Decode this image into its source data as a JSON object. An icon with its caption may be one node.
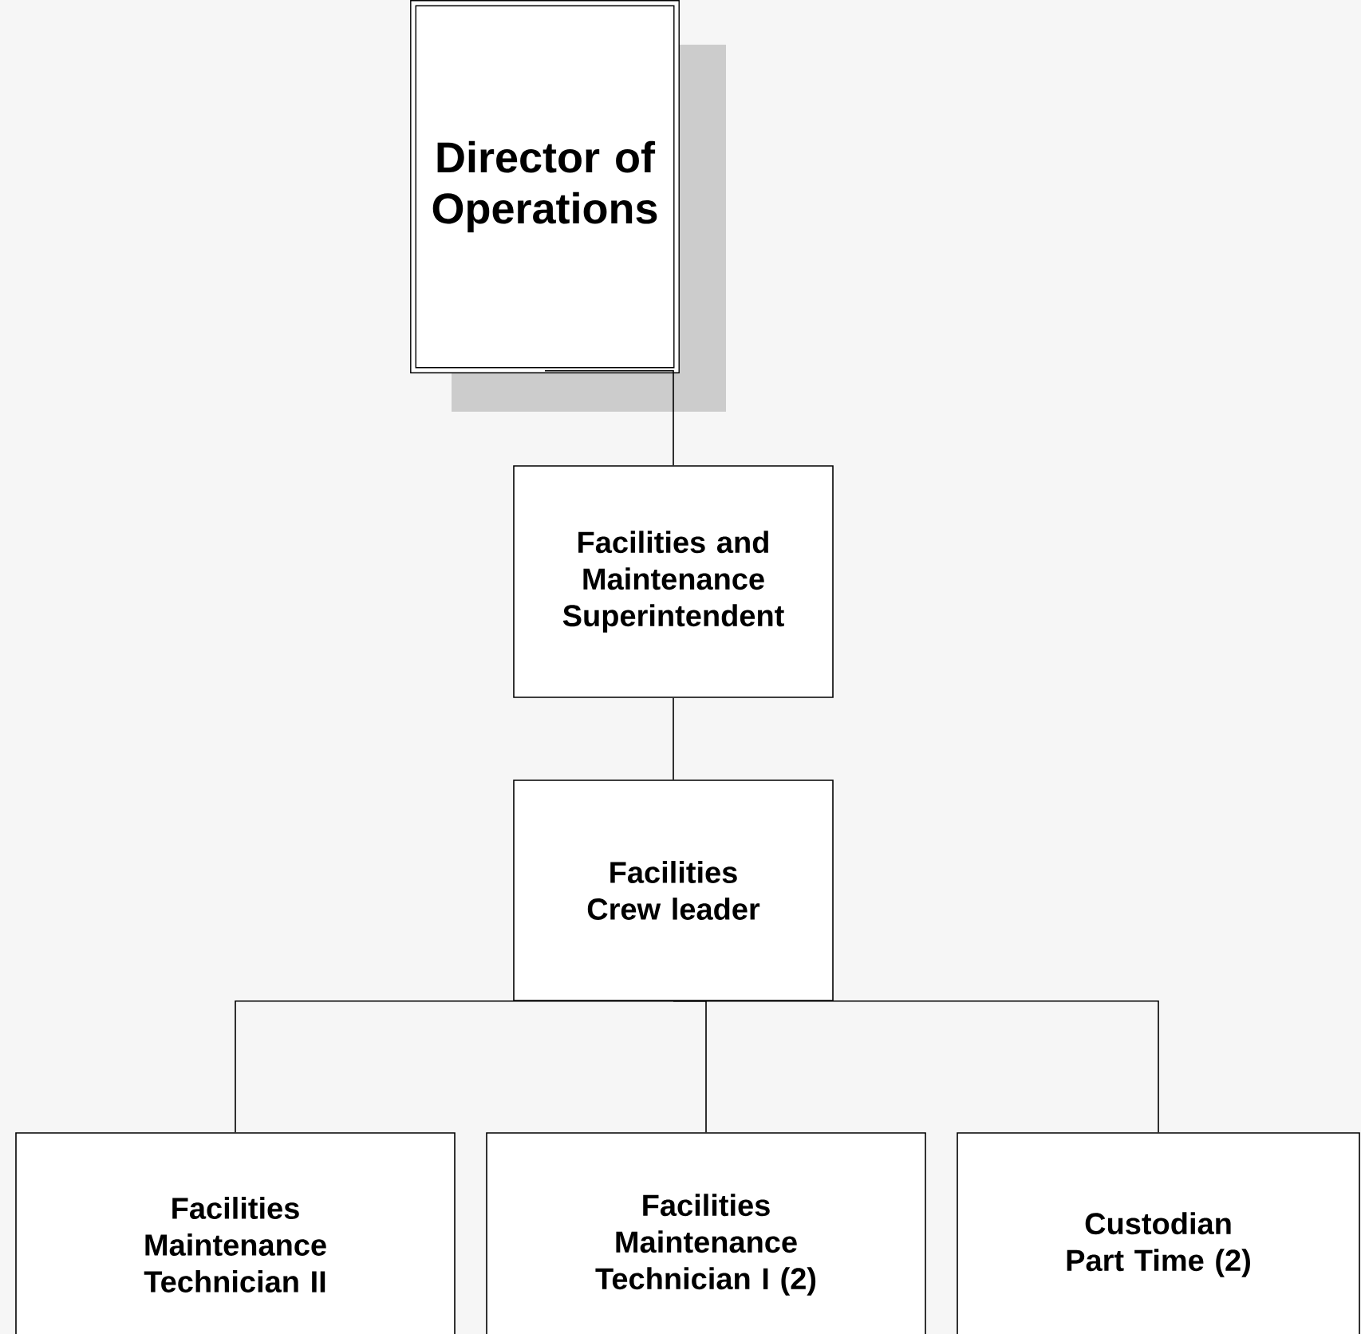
{
  "diagram": {
    "nodes": [
      {
        "text": [
          "Director of Operations"
        ]
      },
      {
        "text": [
          "Facilities and Maintenance Superintendent"
        ]
      },
      {
        "text": [
          "Facilities Crew leader"
        ]
      },
      {
        "text": [
          "Facilities Maintenance Technician II"
        ]
      },
      {
        "text": [
          "Facilities Maintenance Technician I (2)"
        ]
      },
      {
        "text": [
          "Custodian Part Time (2)"
        ]
      }
    ],
    "edges": [
      {
        "from": 0,
        "to": 1,
        "arrow": "none"
      },
      {
        "from": 1,
        "to": 2,
        "arrow": "none"
      },
      {
        "from": 2,
        "to": 3,
        "arrow": "none"
      },
      {
        "from": 2,
        "to": 4,
        "arrow": "none"
      },
      {
        "from": 2,
        "to": 5,
        "arrow": "none"
      }
    ]
  }
}
